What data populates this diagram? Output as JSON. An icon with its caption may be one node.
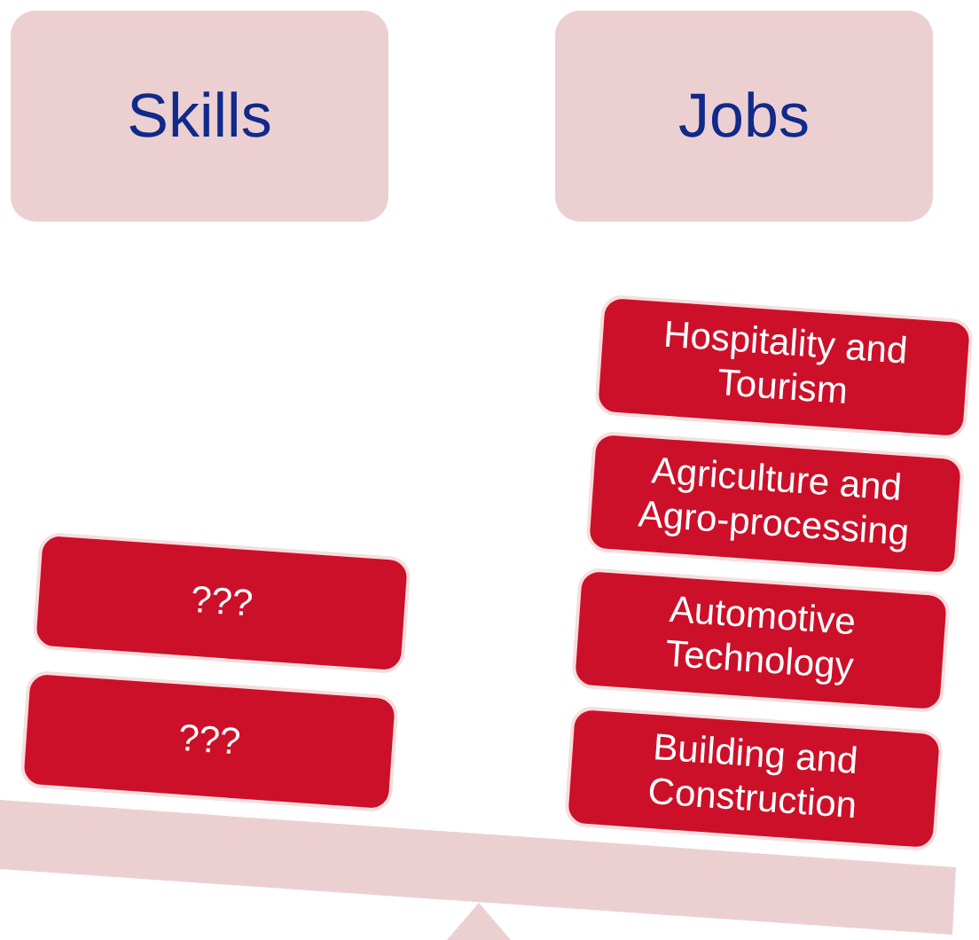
{
  "diagram": {
    "nodes": [
      {
        "text": [
          "Skills"
        ]
      },
      {
        "text": [
          "Jobs"
        ]
      },
      {
        "text": [
          "???"
        ]
      },
      {
        "text": [
          "???"
        ]
      },
      {
        "text": [
          "Hospitality and Tourism"
        ]
      },
      {
        "text": [
          "Agriculture and Agro-processing"
        ]
      },
      {
        "text": [
          "Automotive Technology"
        ]
      },
      {
        "text": [
          "Building and Construction"
        ]
      }
    ]
  }
}
